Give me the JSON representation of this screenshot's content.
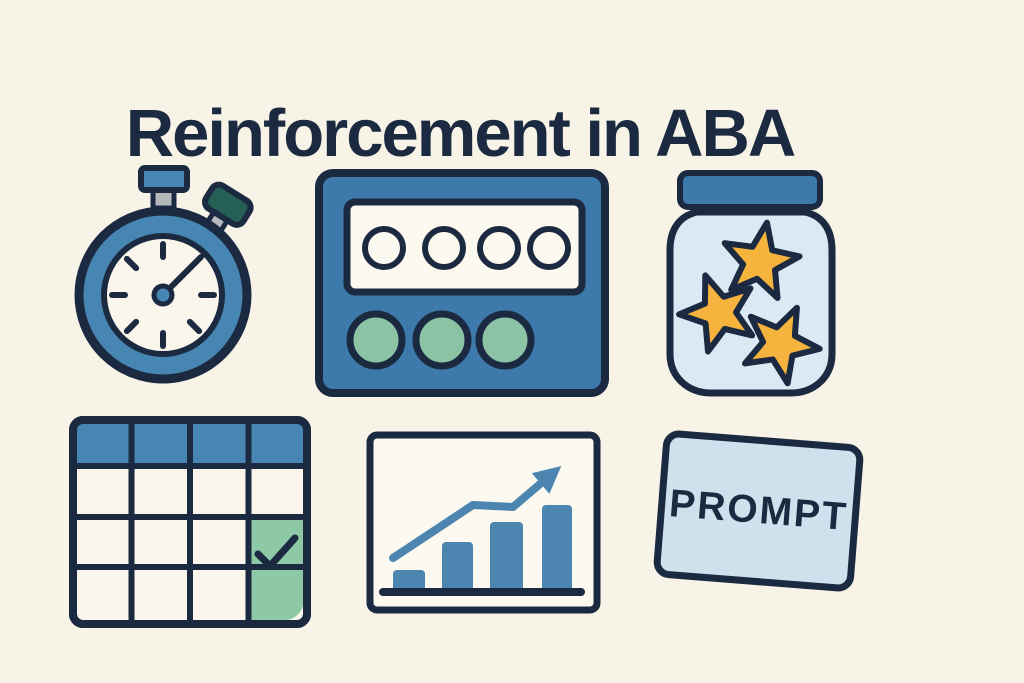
{
  "title": {
    "text": "Reinforcement in ABA"
  },
  "prompt_card": {
    "label": "PROMPT"
  },
  "icons": {
    "stopwatch": "stopwatch-icon",
    "counter": "tally-counter-icon",
    "star_jar": "star-jar-icon",
    "calendar": "calendar-check-icon",
    "growth_chart": "growth-chart-icon",
    "prompt_card": "prompt-card"
  },
  "colors": {
    "background": "#f8f3e7",
    "outline": "#1b2a40",
    "blue": "#4785b2",
    "counter_blue": "#3d7aab",
    "bar_blue": "#4c86b0",
    "cream": "#faf6ec",
    "panel": "#fcf9f0",
    "green": "#8cc3a4",
    "green_cell": "#8cc9a4",
    "star": "#f6b43e",
    "teal": "#265f56",
    "gray": "#b6b9bb",
    "jar_blue": "#daeaf5",
    "card_blue": "#cfe1ed"
  }
}
